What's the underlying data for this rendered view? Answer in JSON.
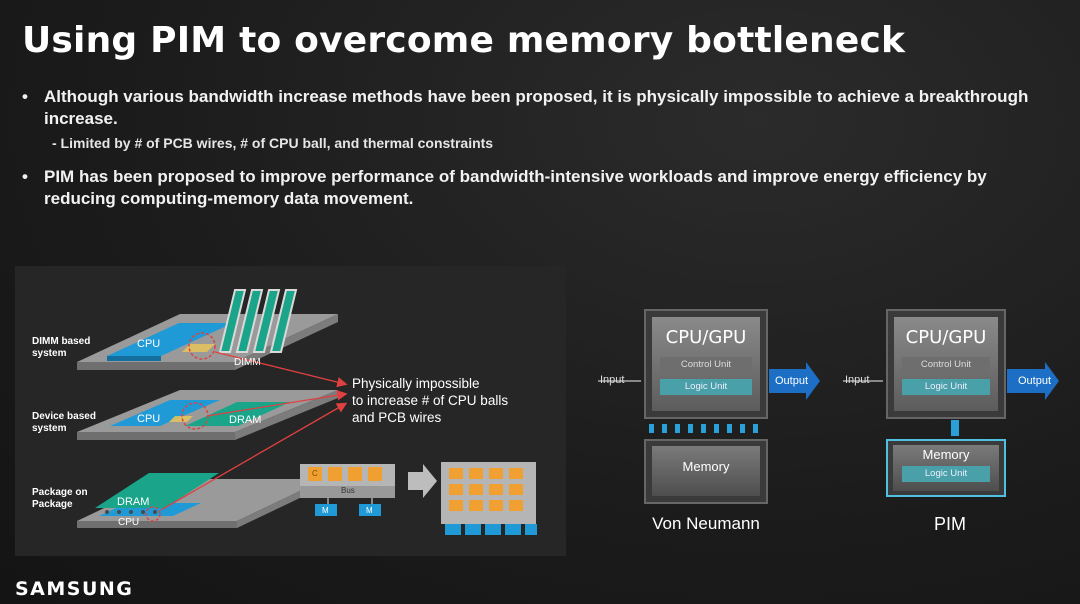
{
  "title": "Using PIM to overcome memory bottleneck",
  "bullets": [
    {
      "text": "Although various bandwidth increase methods have been proposed, it is physically impossible to achieve a breakthrough increase.",
      "sub": "- Limited by # of PCB wires, # of CPU ball, and thermal constraints"
    },
    {
      "text": "PIM has been proposed to improve performance of bandwidth-intensive workloads and improve energy efficiency by reducing computing-memory data movement."
    }
  ],
  "bullet_glyph": "•",
  "left_figure": {
    "rows": [
      {
        "label_line1": "DIMM based",
        "label_line2": "system",
        "chip": "CPU",
        "mem": "DIMM"
      },
      {
        "label_line1": "Device based",
        "label_line2": "system",
        "chip": "CPU",
        "mem": "DRAM"
      },
      {
        "label_line1": "Package on",
        "label_line2": "Package",
        "chip": "CPU",
        "mem": "DRAM"
      }
    ],
    "note_lines": [
      "Physically impossible",
      "to increase # of CPU balls",
      "and PCB wires"
    ],
    "bus_label": "Bus",
    "core_label": "C",
    "mem_label": "M"
  },
  "right_figure": {
    "diagrams": [
      {
        "caption": "Von Neumann",
        "cpu": "CPU/GPU",
        "control": "Control Unit",
        "logic": "Logic Unit",
        "memory": "Memory",
        "input": "Input",
        "output": "Output"
      },
      {
        "caption": "PIM",
        "cpu": "CPU/GPU",
        "control": "Control Unit",
        "logic": "Logic Unit",
        "memory": "Memory",
        "mem_logic": "Logic Unit",
        "input": "Input",
        "output": "Output"
      }
    ]
  },
  "brand": "SAMSUNG",
  "colors": {
    "cpu_blue": "#1f9ad6",
    "dram_teal": "#1aa58a",
    "accent_red": "#e04040",
    "arrow_blue": "#1c6fc4",
    "logic_teal": "#4aa0a8"
  }
}
